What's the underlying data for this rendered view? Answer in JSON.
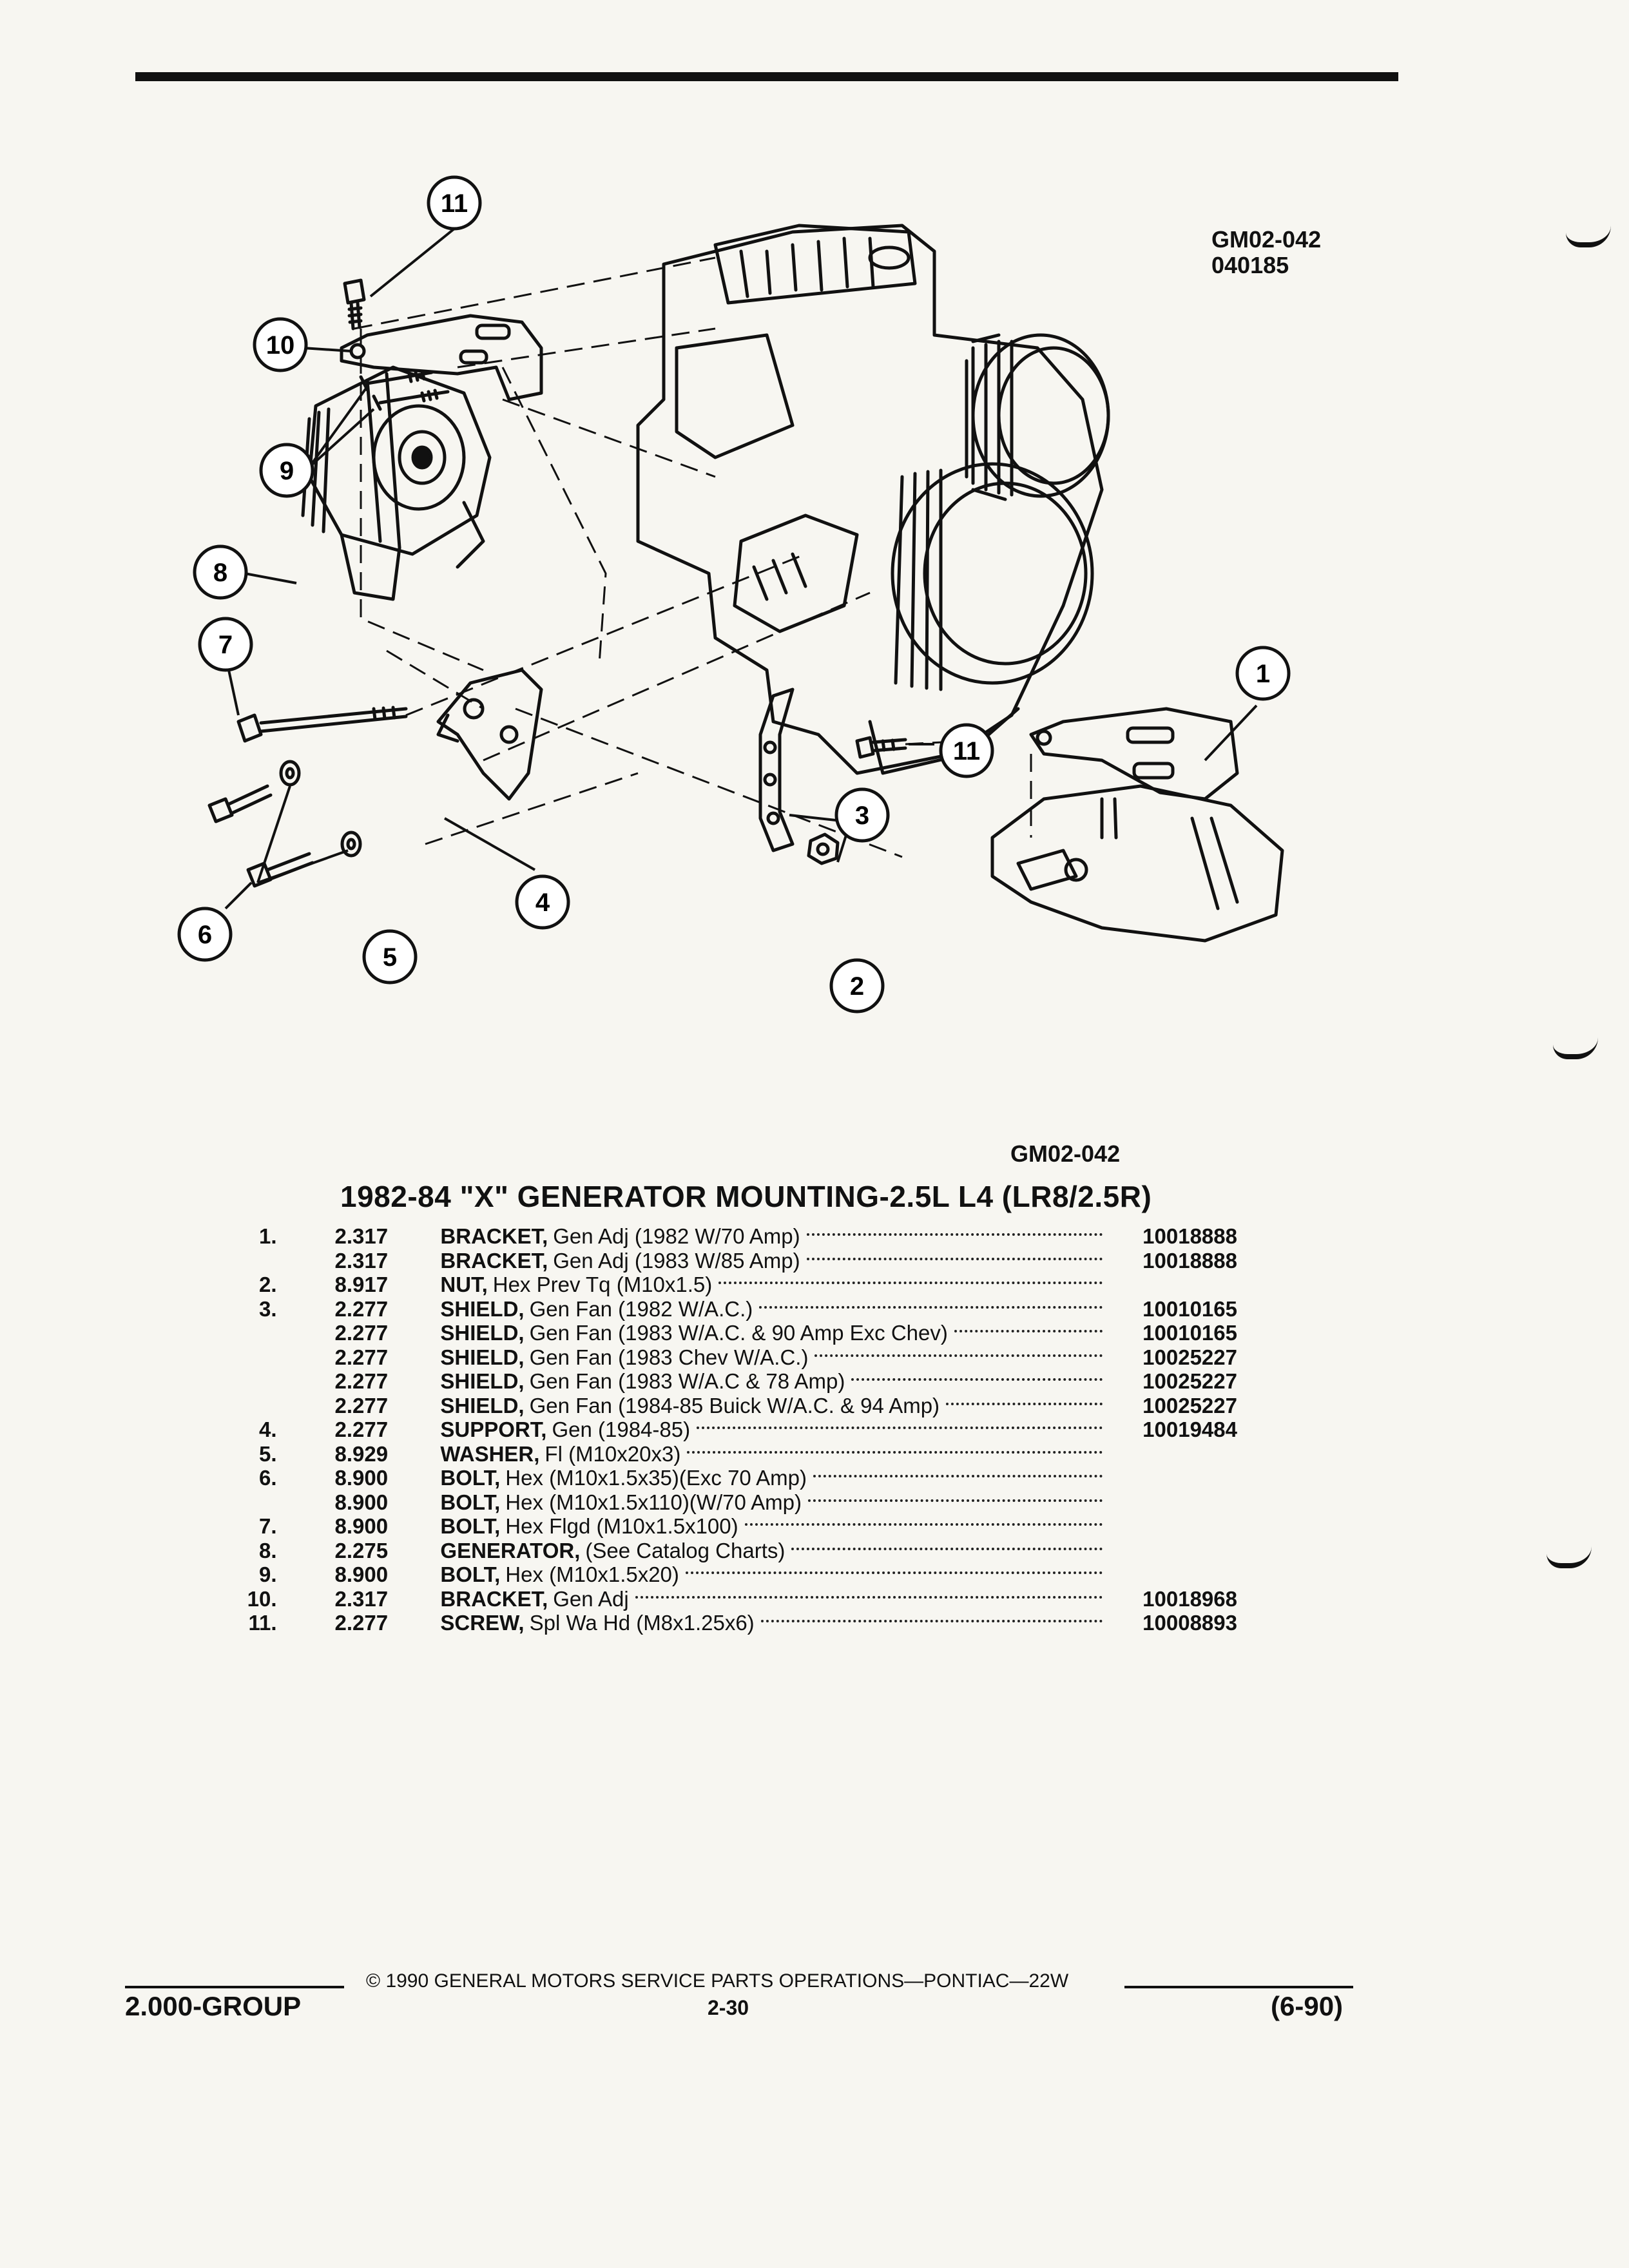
{
  "figure_ref": {
    "code": "GM02-042",
    "number": "040185"
  },
  "figure_code_caption": "GM02-042",
  "title": "1982-84 \"X\" GENERATOR MOUNTING-2.5L L4 (LR8/2.5R)",
  "callouts": [
    "1",
    "2",
    "3",
    "4",
    "5",
    "6",
    "7",
    "8",
    "9",
    "10",
    "11"
  ],
  "parts": [
    {
      "num": "1.",
      "group": "2.317",
      "name": "BRACKET,",
      "spec": "Gen Adj (1982 W/70 Amp)",
      "part": "10018888"
    },
    {
      "num": "",
      "group": "2.317",
      "name": "BRACKET,",
      "spec": "Gen Adj (1983 W/85 Amp)",
      "part": "10018888"
    },
    {
      "num": "2.",
      "group": "8.917",
      "name": "NUT,",
      "spec": "Hex Prev Tq (M10x1.5)",
      "part": ""
    },
    {
      "num": "3.",
      "group": "2.277",
      "name": "SHIELD,",
      "spec": "Gen Fan (1982 W/A.C.)",
      "part": "10010165"
    },
    {
      "num": "",
      "group": "2.277",
      "name": "SHIELD,",
      "spec": "Gen Fan (1983 W/A.C. & 90 Amp Exc Chev)",
      "part": "10010165"
    },
    {
      "num": "",
      "group": "2.277",
      "name": "SHIELD,",
      "spec": "Gen Fan (1983 Chev W/A.C.)",
      "part": "10025227"
    },
    {
      "num": "",
      "group": "2.277",
      "name": "SHIELD,",
      "spec": "Gen Fan (1983 W/A.C & 78 Amp)",
      "part": "10025227"
    },
    {
      "num": "",
      "group": "2.277",
      "name": "SHIELD,",
      "spec": "Gen Fan (1984-85 Buick W/A.C. & 94 Amp)",
      "part": "10025227"
    },
    {
      "num": "4.",
      "group": "2.277",
      "name": "SUPPORT,",
      "spec": "Gen (1984-85)",
      "part": "10019484"
    },
    {
      "num": "5.",
      "group": "8.929",
      "name": "WASHER,",
      "spec": "Fl (M10x20x3)",
      "part": ""
    },
    {
      "num": "6.",
      "group": "8.900",
      "name": "BOLT,",
      "spec": "Hex (M10x1.5x35)(Exc 70 Amp)",
      "part": ""
    },
    {
      "num": "",
      "group": "8.900",
      "name": "BOLT,",
      "spec": "Hex (M10x1.5x110)(W/70 Amp)",
      "part": ""
    },
    {
      "num": "7.",
      "group": "8.900",
      "name": "BOLT,",
      "spec": "Hex Flgd (M10x1.5x100)",
      "part": ""
    },
    {
      "num": "8.",
      "group": "2.275",
      "name": "GENERATOR,",
      "spec": "(See Catalog Charts)",
      "part": ""
    },
    {
      "num": "9.",
      "group": "8.900",
      "name": "BOLT,",
      "spec": "Hex (M10x1.5x20)",
      "part": ""
    },
    {
      "num": "10.",
      "group": "2.317",
      "name": "BRACKET,",
      "spec": "Gen Adj",
      "part": "10018968"
    },
    {
      "num": "11.",
      "group": "2.277",
      "name": "SCREW,",
      "spec": "Spl Wa Hd (M8x1.25x6)",
      "part": "10008893"
    }
  ],
  "footer": {
    "copyright": "© 1990 GENERAL MOTORS SERVICE PARTS OPERATIONS—PONTIAC—22W",
    "group": "2.000-GROUP",
    "page": "2-30",
    "date": "(6-90)"
  }
}
